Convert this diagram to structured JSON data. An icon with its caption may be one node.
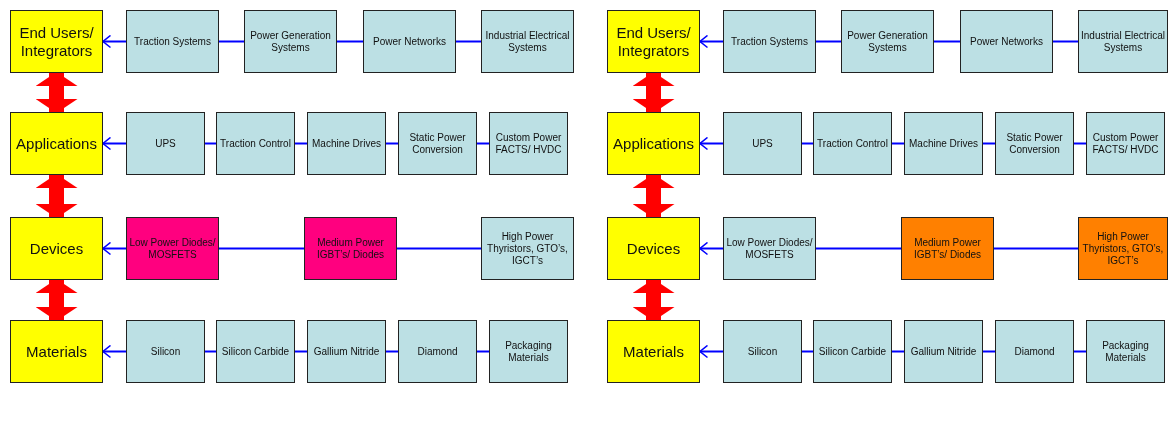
{
  "diagram": {
    "nodes": [
      {
        "text": [
          "End Users/ Integrators"
        ]
      },
      {
        "text": [
          "Traction Systems"
        ]
      },
      {
        "text": [
          "Power Generation Systems"
        ]
      },
      {
        "text": [
          "Power Networks"
        ]
      },
      {
        "text": [
          "Industrial Electrical Systems"
        ]
      },
      {
        "text": [
          "Applications"
        ]
      },
      {
        "text": [
          "UPS"
        ]
      },
      {
        "text": [
          "Traction Control"
        ]
      },
      {
        "text": [
          "Machine Drives"
        ]
      },
      {
        "text": [
          "Static Power Conversion"
        ]
      },
      {
        "text": [
          "Custom Power FACTS/ HVDC"
        ]
      },
      {
        "text": [
          "Devices"
        ]
      },
      {
        "text": [
          "Low Power Diodes/ MOSFETS"
        ]
      },
      {
        "text": [
          "Medium Power IGBT’s/ Diodes"
        ]
      },
      {
        "text": [
          "High Power Thyristors, GTO’s, IGCT’s"
        ]
      },
      {
        "text": [
          "Materials"
        ]
      },
      {
        "text": [
          "Silicon"
        ]
      },
      {
        "text": [
          "Silicon Carbide"
        ]
      },
      {
        "text": [
          "Gallium Nitride"
        ]
      },
      {
        "text": [
          "Diamond"
        ]
      },
      {
        "text": [
          "Packaging Materials"
        ]
      },
      {
        "text": [
          "End Users/ Integrators"
        ]
      },
      {
        "text": [
          "Traction Systems"
        ]
      },
      {
        "text": [
          "Power Generation Systems"
        ]
      },
      {
        "text": [
          "Power Networks"
        ]
      },
      {
        "text": [
          "Industrial Electrical Systems"
        ]
      },
      {
        "text": [
          "Applications"
        ]
      },
      {
        "text": [
          "UPS"
        ]
      },
      {
        "text": [
          "Traction Control"
        ]
      },
      {
        "text": [
          "Machine Drives"
        ]
      },
      {
        "text": [
          "Static Power Conversion"
        ]
      },
      {
        "text": [
          "Custom Power FACTS/ HVDC"
        ]
      },
      {
        "text": [
          "Devices"
        ]
      },
      {
        "text": [
          "Low Power Diodes/ MOSFETS"
        ]
      },
      {
        "text": [
          "Medium Power IGBT’s/ Diodes"
        ]
      },
      {
        "text": [
          "High Power Thyristors, GTO’s, IGCT’s"
        ]
      },
      {
        "text": [
          "Materials"
        ]
      },
      {
        "text": [
          "Silicon"
        ]
      },
      {
        "text": [
          "Silicon Carbide"
        ]
      },
      {
        "text": [
          "Gallium Nitride"
        ]
      },
      {
        "text": [
          "Diamond"
        ]
      },
      {
        "text": [
          "Packaging Materials"
        ]
      }
    ],
    "edges": [
      {
        "from": 1,
        "to": 0,
        "arrow": "to"
      },
      {
        "from": 2,
        "to": 1,
        "arrow": "none"
      },
      {
        "from": 3,
        "to": 2,
        "arrow": "none"
      },
      {
        "from": 4,
        "to": 3,
        "arrow": "none"
      },
      {
        "from": 6,
        "to": 5,
        "arrow": "to"
      },
      {
        "from": 7,
        "to": 6,
        "arrow": "none"
      },
      {
        "from": 8,
        "to": 7,
        "arrow": "none"
      },
      {
        "from": 9,
        "to": 8,
        "arrow": "none"
      },
      {
        "from": 10,
        "to": 9,
        "arrow": "none"
      },
      {
        "from": 12,
        "to": 11,
        "arrow": "to"
      },
      {
        "from": 13,
        "to": 12,
        "arrow": "none"
      },
      {
        "from": 14,
        "to": 13,
        "arrow": "none"
      },
      {
        "from": 16,
        "to": 15,
        "arrow": "to"
      },
      {
        "from": 17,
        "to": 16,
        "arrow": "none"
      },
      {
        "from": 18,
        "to": 17,
        "arrow": "none"
      },
      {
        "from": 19,
        "to": 18,
        "arrow": "none"
      },
      {
        "from": 20,
        "to": 19,
        "arrow": "none"
      },
      {
        "from": 0,
        "to": 5,
        "arrow": "both",
        "style": "thick",
        "color": "#ff0000"
      },
      {
        "from": 5,
        "to": 11,
        "arrow": "both",
        "style": "thick",
        "color": "#ff0000"
      },
      {
        "from": 11,
        "to": 15,
        "arrow": "both",
        "style": "thick",
        "color": "#ff0000"
      },
      {
        "from": 22,
        "to": 21,
        "arrow": "to"
      },
      {
        "from": 23,
        "to": 22,
        "arrow": "none"
      },
      {
        "from": 24,
        "to": 23,
        "arrow": "none"
      },
      {
        "from": 25,
        "to": 24,
        "arrow": "none"
      },
      {
        "from": 27,
        "to": 26,
        "arrow": "to"
      },
      {
        "from": 28,
        "to": 27,
        "arrow": "none"
      },
      {
        "from": 29,
        "to": 28,
        "arrow": "none"
      },
      {
        "from": 30,
        "to": 29,
        "arrow": "none"
      },
      {
        "from": 31,
        "to": 30,
        "arrow": "none"
      },
      {
        "from": 33,
        "to": 32,
        "arrow": "to"
      },
      {
        "from": 34,
        "to": 33,
        "arrow": "none"
      },
      {
        "from": 35,
        "to": 34,
        "arrow": "none"
      },
      {
        "from": 37,
        "to": 36,
        "arrow": "to"
      },
      {
        "from": 38,
        "to": 37,
        "arrow": "none"
      },
      {
        "from": 39,
        "to": 38,
        "arrow": "none"
      },
      {
        "from": 40,
        "to": 39,
        "arrow": "none"
      },
      {
        "from": 41,
        "to": 40,
        "arrow": "none"
      },
      {
        "from": 21,
        "to": 26,
        "arrow": "both",
        "style": "thick",
        "color": "#ff0000"
      },
      {
        "from": 26,
        "to": 32,
        "arrow": "both",
        "style": "thick",
        "color": "#ff0000"
      },
      {
        "from": 32,
        "to": 36,
        "arrow": "both",
        "style": "thick",
        "color": "#ff0000"
      }
    ]
  }
}
